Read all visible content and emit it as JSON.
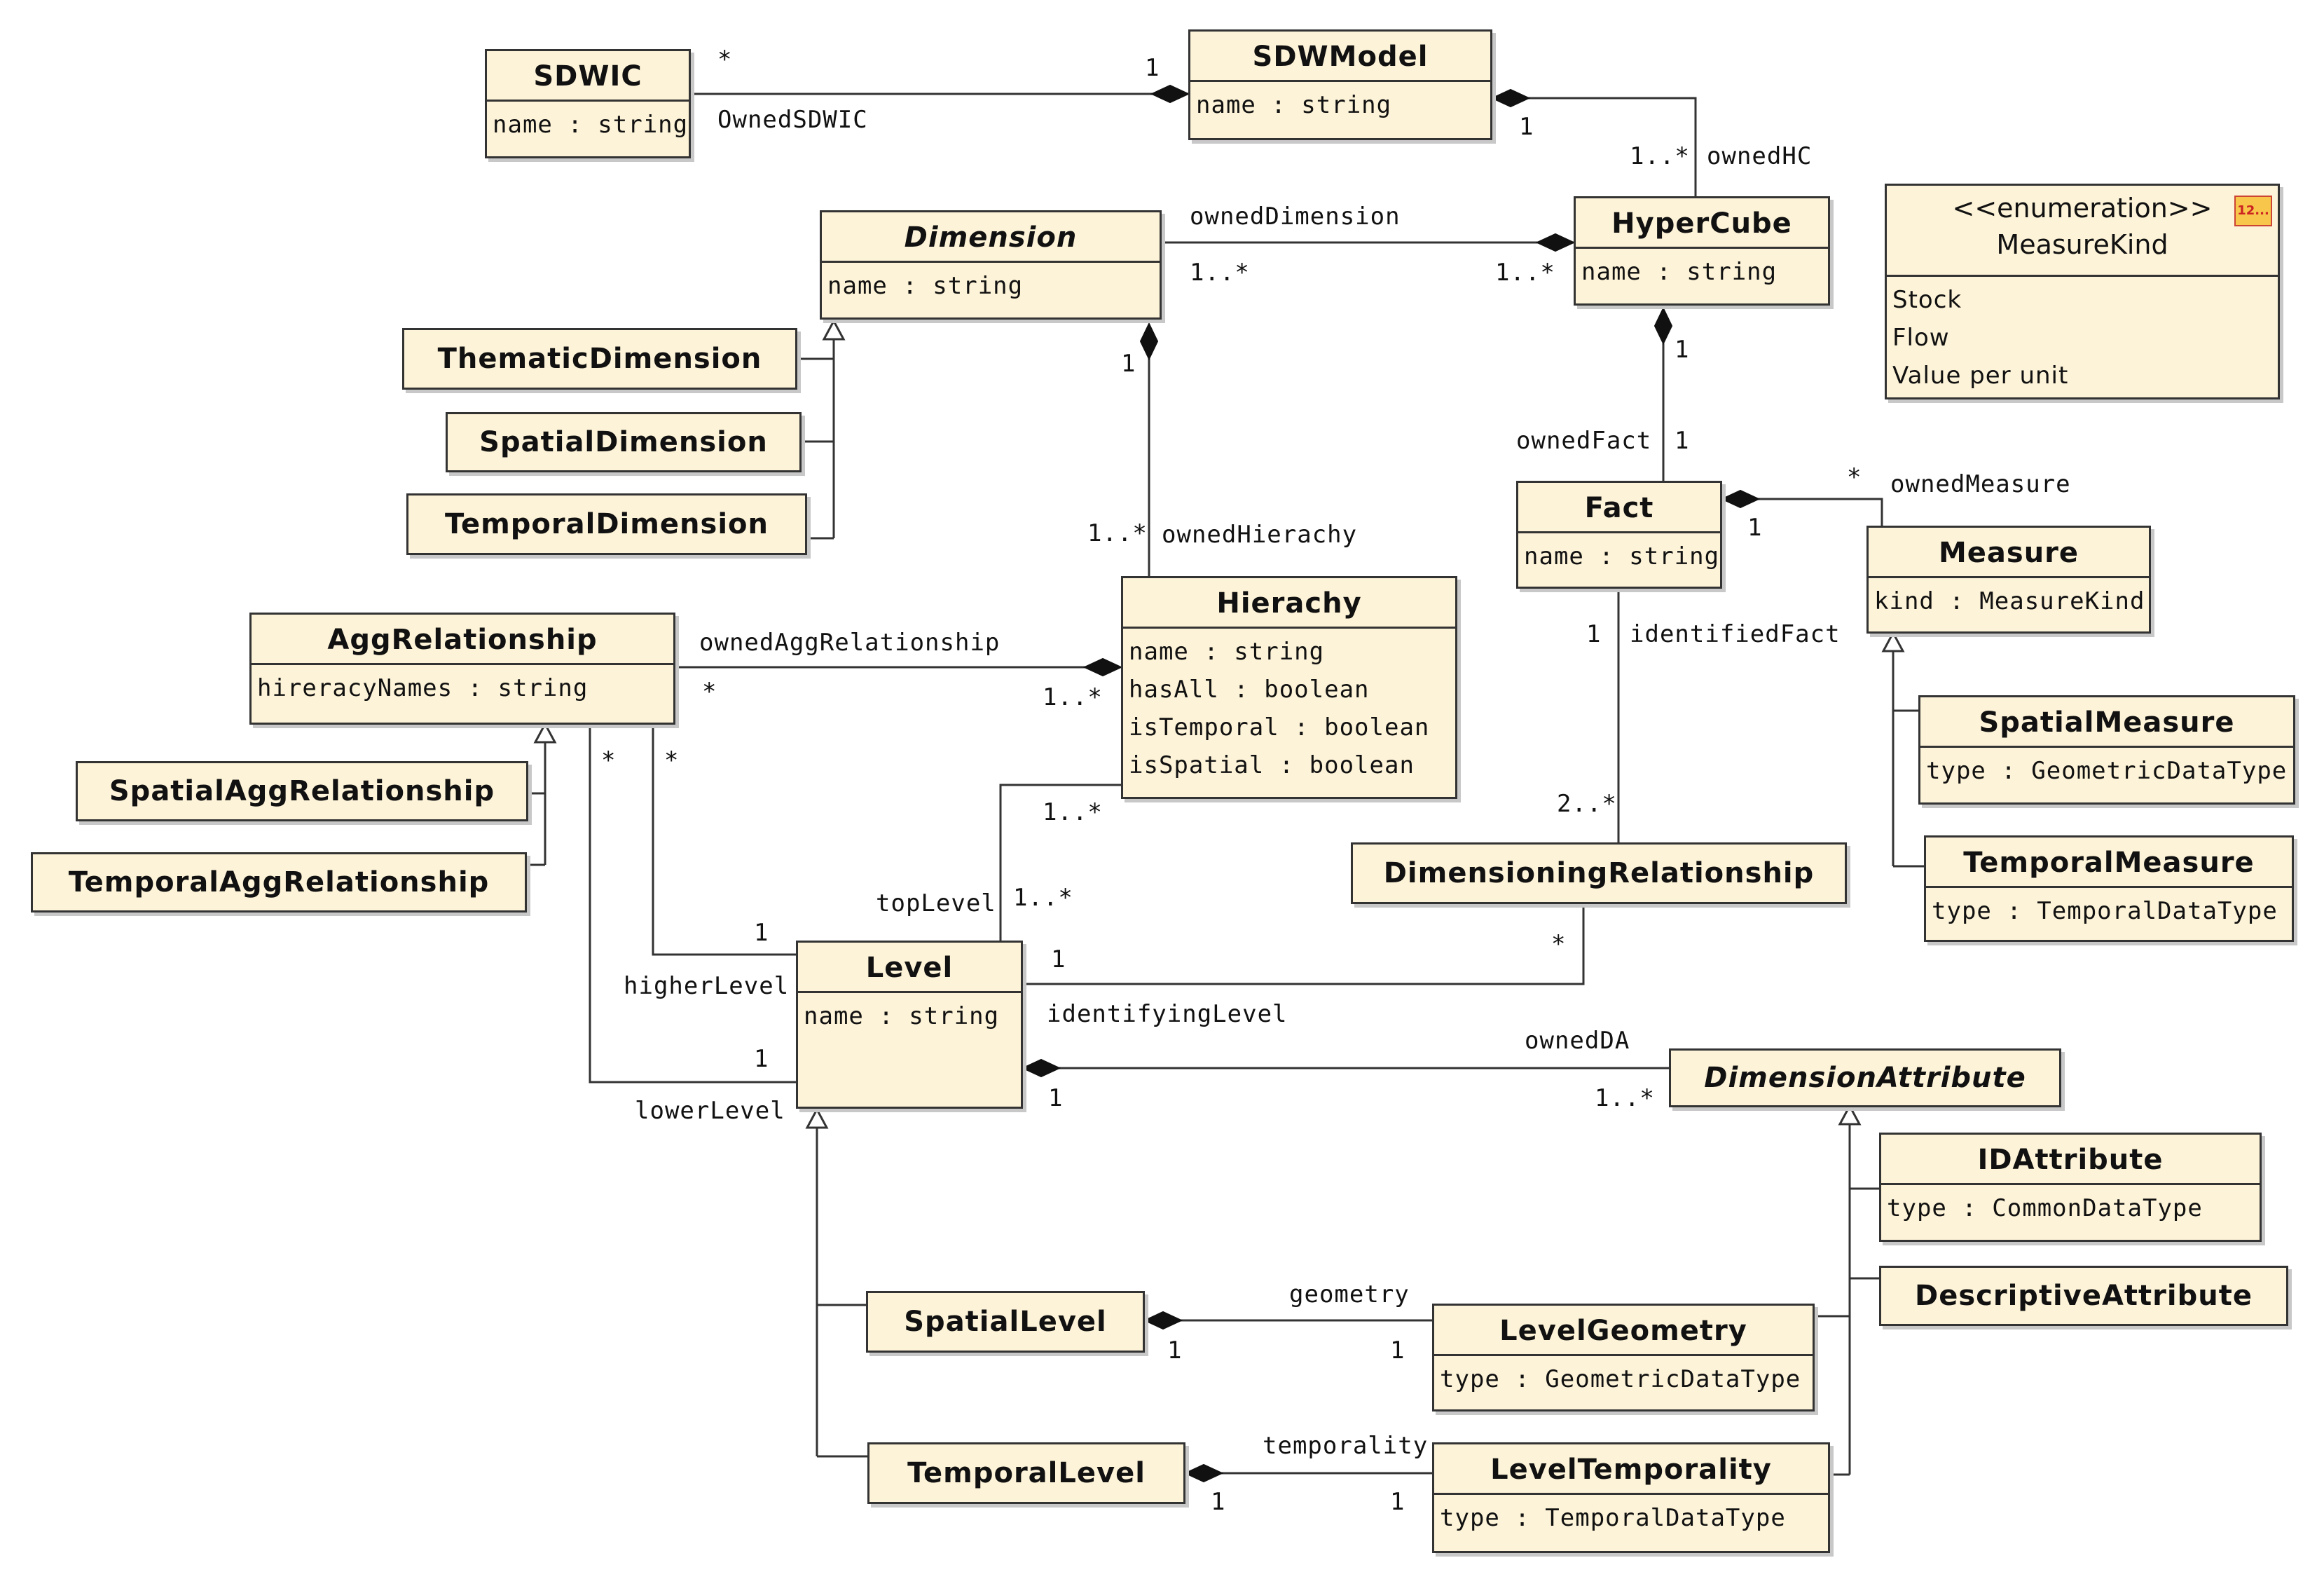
{
  "classes": {
    "sdwic": {
      "name": "SDWIC",
      "attrs": [
        "name : string"
      ]
    },
    "sdwmodel": {
      "name": "SDWModel",
      "attrs": [
        "name : string"
      ]
    },
    "hypercube": {
      "name": "HyperCube",
      "attrs": [
        "name : string"
      ]
    },
    "dimension": {
      "name": "Dimension",
      "attrs": [
        "name : string"
      ]
    },
    "thematic": {
      "name": "ThematicDimension"
    },
    "spatialdim": {
      "name": "SpatialDimension"
    },
    "temporaldim": {
      "name": "TemporalDimension"
    },
    "fact": {
      "name": "Fact",
      "attrs": [
        "name : string"
      ]
    },
    "measure": {
      "name": "Measure",
      "attrs": [
        "kind : MeasureKind"
      ]
    },
    "spatialmeasure": {
      "name": "SpatialMeasure",
      "attrs": [
        "type : GeometricDataType"
      ]
    },
    "temporalmeasure": {
      "name": "TemporalMeasure",
      "attrs": [
        "type : TemporalDataType"
      ]
    },
    "hierachy": {
      "name": "Hierachy",
      "attrs": [
        "name : string",
        "hasAll : boolean",
        "isTemporal : boolean",
        "isSpatial : boolean"
      ]
    },
    "aggrel": {
      "name": "AggRelationship",
      "attrs": [
        "hireracyNames : string"
      ]
    },
    "spatialagg": {
      "name": "SpatialAggRelationship"
    },
    "temporalagg": {
      "name": "TemporalAggRelationship"
    },
    "dimrel": {
      "name": "DimensioningRelationship"
    },
    "level": {
      "name": "Level",
      "attrs": [
        "name : string"
      ]
    },
    "dimattr": {
      "name": "DimensionAttribute"
    },
    "idattr": {
      "name": "IDAttribute",
      "attrs": [
        "type : CommonDataType"
      ]
    },
    "descattr": {
      "name": "DescriptiveAttribute"
    },
    "spatiallevel": {
      "name": "SpatialLevel"
    },
    "levelgeom": {
      "name": "LevelGeometry",
      "attrs": [
        "type : GeometricDataType"
      ]
    },
    "temporallevel": {
      "name": "TemporalLevel"
    },
    "leveltemp": {
      "name": "LevelTemporality",
      "attrs": [
        "type : TemporalDataType"
      ]
    }
  },
  "enumeration": {
    "stereotype": "<<enumeration>>",
    "name": "MeasureKind",
    "icon_text": "12...",
    "literals": [
      "Stock",
      "Flow",
      "Value per unit"
    ]
  },
  "labels": {
    "star_sdwic": "*",
    "one_sdwmodel": "1",
    "owned_sdwic": "OwnedSDWIC",
    "one_sdwmodel_hc": "1",
    "mult_hc_owned": "1..*",
    "owned_hc": "ownedHC",
    "owned_dimension": "ownedDimension",
    "mult_dim_left": "1..*",
    "mult_dim_right": "1..*",
    "one_hc_fact": "1",
    "owned_fact": "ownedFact",
    "one_fact_top": "1",
    "one_dim_hier": "1",
    "mult_hier": "1..*",
    "owned_hierachy": "ownedHierachy",
    "star_measure": "*",
    "owned_measure": "ownedMeasure",
    "one_fact_measure": "1",
    "owned_agg_rel": "ownedAggRelationship",
    "star_agg": "*",
    "mult_hier_agg": "1..*",
    "one_fact_dimrel": "1",
    "identified_fact": "identifiedFact",
    "mult_dimrel": "2..*",
    "star_agg_left": "*",
    "star_agg_right": "*",
    "mult_hier_level": "1..*",
    "top_level": "topLevel",
    "mult_top_level": "1..*",
    "one_higher": "1",
    "higher_level": "higherLevel",
    "one_identifying": "1",
    "star_dimrel": "*",
    "identifying_level": "identifyingLevel",
    "one_lower": "1",
    "lower_level": "lowerLevel",
    "owned_da": "ownedDA",
    "one_level_da": "1",
    "mult_da": "1..*",
    "geometry": "geometry",
    "one_sl": "1",
    "one_lg": "1",
    "temporality": "temporality",
    "one_tl": "1",
    "one_lt": "1"
  },
  "colors": {
    "class_fill": "#fdf3d8",
    "border": "#333333",
    "shadow": "#c8c8c8"
  }
}
